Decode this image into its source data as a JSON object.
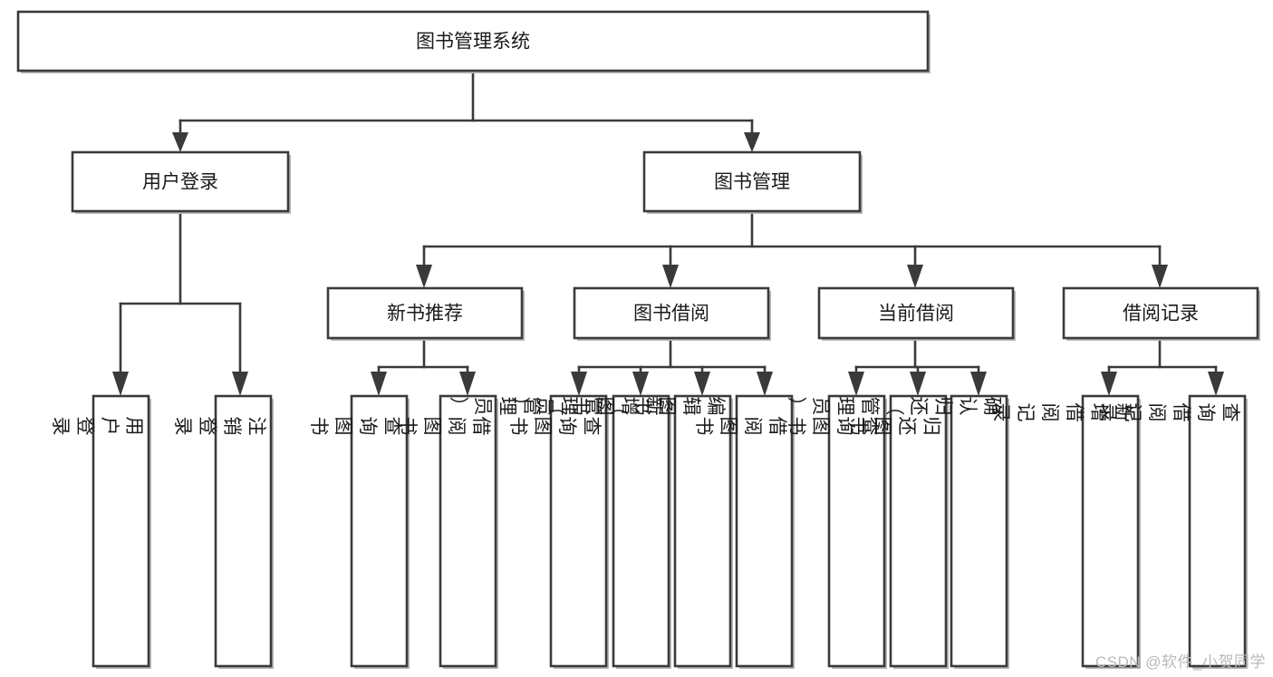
{
  "diagram": {
    "title": "图书管理系统",
    "type": "hierarchy-tree",
    "watermark": "CSDN @软件_小贺同学",
    "colors": {
      "box_stroke": "#3a3a3a",
      "box_fill": "#ffffff",
      "text": "#1a1a1a",
      "watermark": "#b9b9b9",
      "background": "#ffffff"
    },
    "levels": {
      "root": "图书管理系统",
      "level2": [
        "用户登录",
        "图书管理"
      ],
      "level3": [
        "新书推荐",
        "图书借阅",
        "当前借阅",
        "借阅记录"
      ]
    },
    "nodes": {
      "root": {
        "label": "图书管理系统"
      },
      "user_login": {
        "label": "用户登录"
      },
      "book_manage": {
        "label": "图书管理"
      },
      "new_book_rec": {
        "label": "新书推荐"
      },
      "book_borrow": {
        "label": "图书借阅"
      },
      "current_borrow": {
        "label": "当前借阅"
      },
      "borrow_record": {
        "label": "借阅记录"
      }
    },
    "leaves": {
      "user_login": [
        {
          "label": "用户登录"
        },
        {
          "label": "注销登录"
        }
      ],
      "new_book_rec": [
        {
          "label": "查询图书"
        },
        {
          "label": "借阅图书"
        }
      ],
      "book_borrow": [
        {
          "label": "查询图书"
        },
        {
          "label": "新增图书（管理员）"
        },
        {
          "label": "编辑图书（管理员）"
        },
        {
          "label": "借阅图书"
        }
      ],
      "current_borrow": [
        {
          "label": "查询图书"
        },
        {
          "label": "归还图书"
        },
        {
          "label": "确认归还（管理员）"
        }
      ],
      "borrow_record": [
        {
          "label": "新增借阅记录"
        },
        {
          "label": "查询借阅记录"
        }
      ]
    }
  }
}
